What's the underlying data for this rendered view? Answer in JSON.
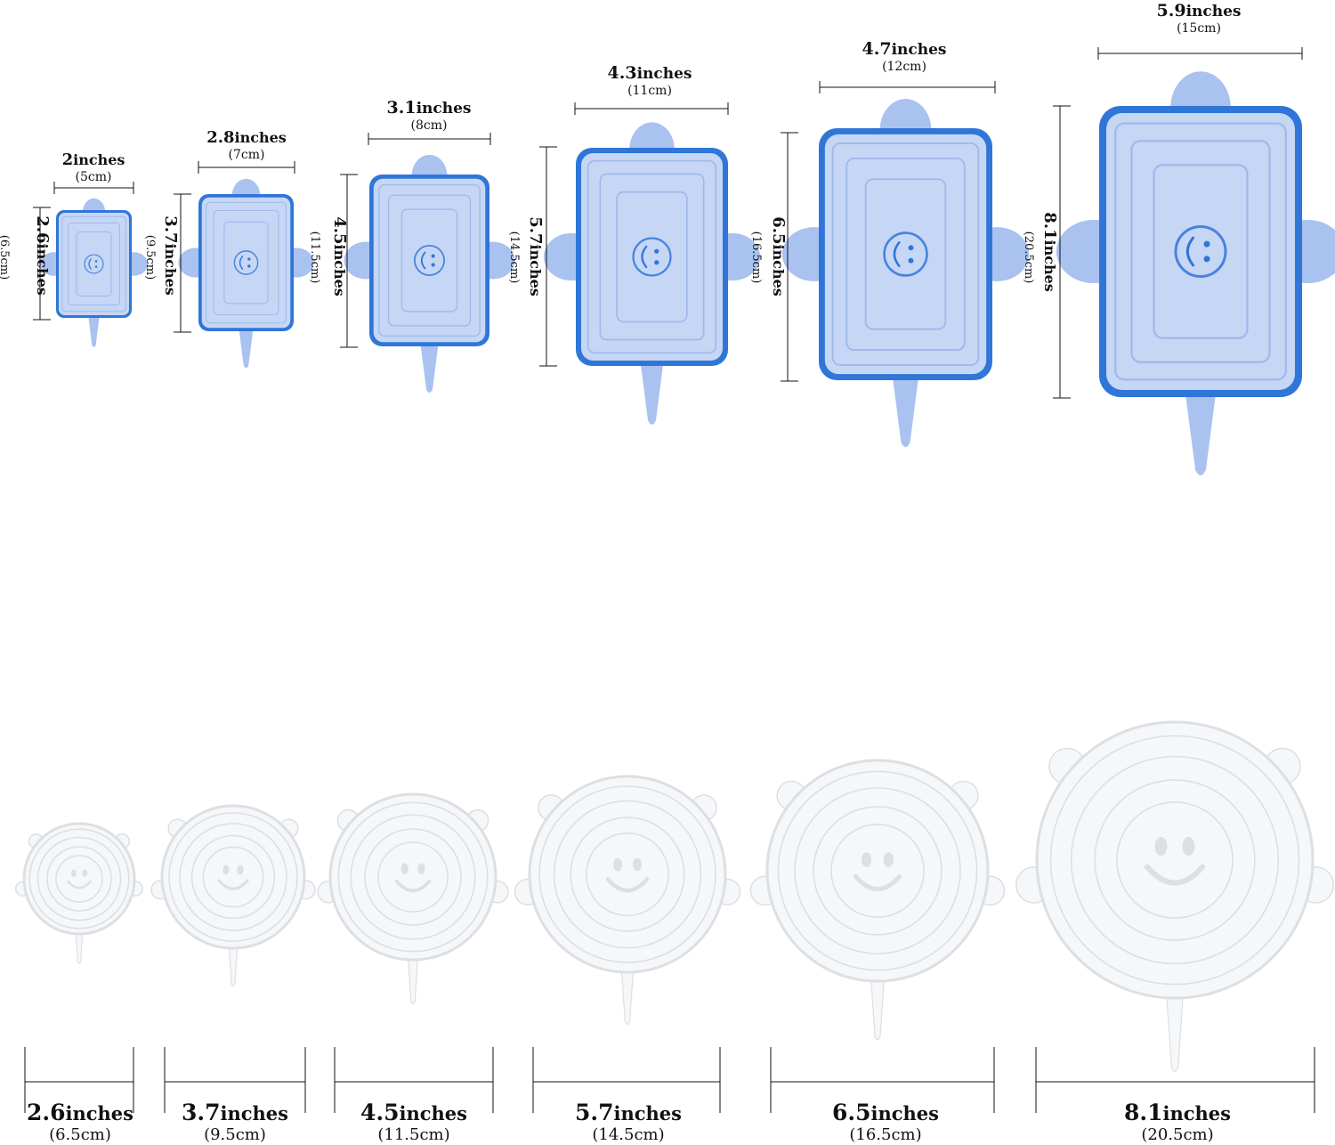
{
  "colors": {
    "lid_fill": "#c6d6f5",
    "lid_rim": "#2f76d8",
    "tab_fill": "#a9c2f0",
    "lid_inner_line": "#9fb9ea",
    "round_lid_fill": "#f6f7f8",
    "round_lid_line": "#dcdfe3",
    "dim_line": "#111111"
  },
  "rect_lids": [
    {
      "width_in": "2",
      "width_unit": "inches",
      "width_cm": "(5cm)",
      "height_in": "2.6",
      "height_unit": "inches",
      "height_cm_left": "(6.5cm)",
      "height_cm_right": "(9.5cm)"
    },
    {
      "width_in": "2.8",
      "width_unit": "inches",
      "width_cm": "(7cm)",
      "height_in": "3.7",
      "height_unit": "inches",
      "height_cm_right": "(11.5cm)"
    },
    {
      "width_in": "3.1",
      "width_unit": "inches",
      "width_cm": "(8cm)",
      "height_in": "4.5",
      "height_unit": "inches",
      "height_cm_right": "(14.5cm)"
    },
    {
      "width_in": "4.3",
      "width_unit": "inches",
      "width_cm": "(11cm)",
      "height_in": "5.7",
      "height_unit": "inches",
      "height_cm_right": "(16.5cm)"
    },
    {
      "width_in": "4.7",
      "width_unit": "inches",
      "width_cm": "(12cm)",
      "height_in": "6.5",
      "height_unit": "inches",
      "height_cm_right": "(20.5cm)"
    },
    {
      "width_in": "5.9",
      "width_unit": "inches",
      "width_cm": "(15cm)",
      "height_in": "8.1",
      "height_unit": "inches"
    }
  ],
  "round_lids": [
    {
      "size_in": "2.6",
      "unit": "inches",
      "size_cm": "(6.5cm)"
    },
    {
      "size_in": "3.7",
      "unit": "inches",
      "size_cm": "(9.5cm)"
    },
    {
      "size_in": "4.5",
      "unit": "inches",
      "size_cm": "(11.5cm)"
    },
    {
      "size_in": "5.7",
      "unit": "inches",
      "size_cm": "(14.5cm)"
    },
    {
      "size_in": "6.5",
      "unit": "inches",
      "size_cm": "(16.5cm)"
    },
    {
      "size_in": "8.1",
      "unit": "inches",
      "size_cm": "(20.5cm)"
    }
  ]
}
